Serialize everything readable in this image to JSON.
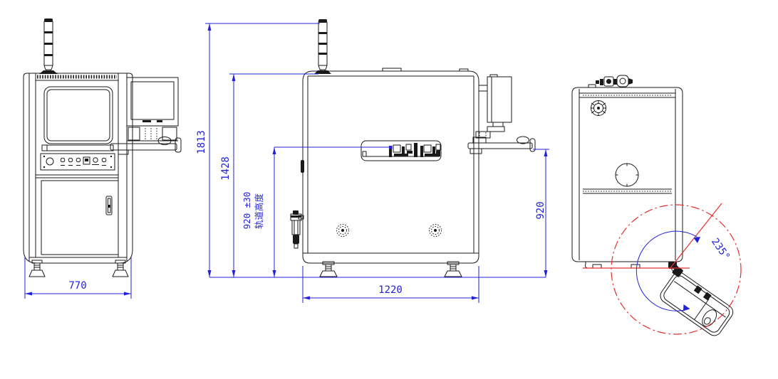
{
  "dimensions": {
    "front_width": "770",
    "overall_height": "1813",
    "cabinet_height": "1428",
    "rail_height_value": "920 ±30",
    "rail_height_label": "轨道高度",
    "tray_height": "920",
    "cabinet_width": "1220",
    "tray_swivel_angle": "235°"
  },
  "colors": {
    "dimension_blue": "#2222dd",
    "annotation_red": "#e53030",
    "drawing_black": "#1a1a1a",
    "background": "#ffffff"
  }
}
